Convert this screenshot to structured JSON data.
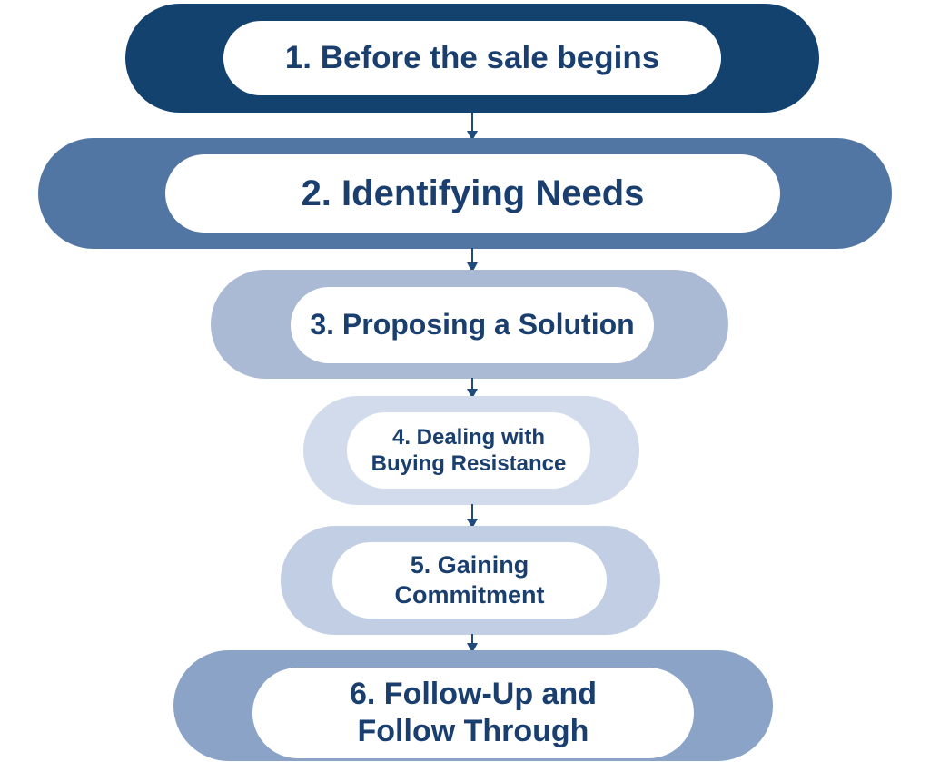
{
  "colors": {
    "step_1": "#14426e",
    "step_2": "#5276a3",
    "step_3": "#aab9d4",
    "step_4": "#d2dbeb",
    "step_5": "#c2cee3",
    "step_6": "#8aa3c7",
    "text": "#1a3f6f",
    "connector": "#1f4a7a"
  },
  "steps": [
    {
      "label": "1. Before the sale begins"
    },
    {
      "label": "2. Identifying Needs"
    },
    {
      "label": "3. Proposing a Solution"
    },
    {
      "label": "4. Dealing with\nBuying Resistance"
    },
    {
      "label": "5. Gaining\nCommitment"
    },
    {
      "label": "6. Follow-Up and\nFollow Through"
    }
  ]
}
